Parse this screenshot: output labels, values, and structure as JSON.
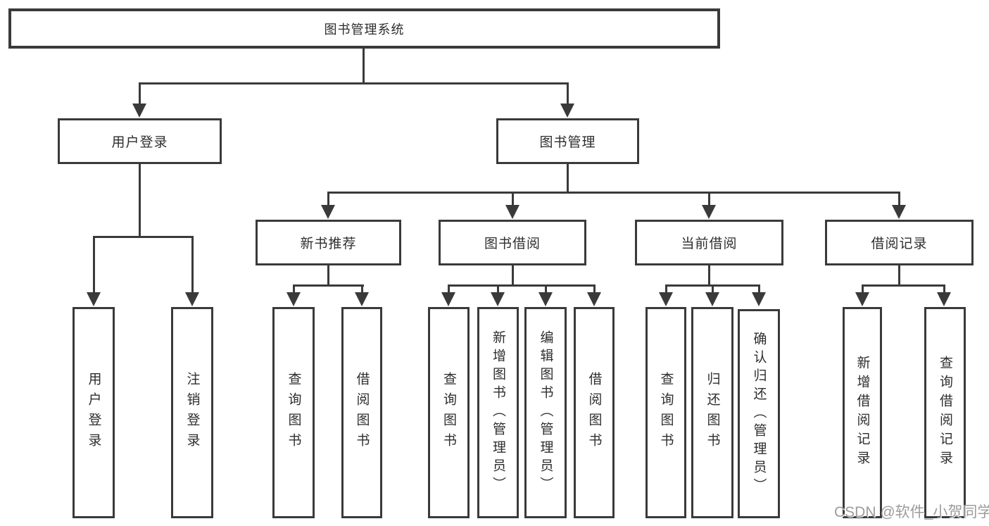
{
  "tree": {
    "root": "图书管理系统",
    "level1": [
      "用户登录",
      "图书管理"
    ],
    "level2": [
      "新书推荐",
      "图书借阅",
      "当前借阅",
      "借阅记录"
    ],
    "leaves": {
      "user_login": [
        "用户登录",
        "注销登录"
      ],
      "new_book": [
        "查询图书",
        "借阅图书"
      ],
      "book_borrow": [
        "查询图书",
        "新增图书（管理员）",
        "编辑图书（管理员）",
        "借阅图书"
      ],
      "current_borrow": [
        "查询图书",
        "归还图书",
        "确认归还（管理员）"
      ],
      "borrow_records": [
        "新增借阅记录",
        "查询借阅记录"
      ]
    }
  },
  "watermark": "CSDN @软件_小贺同学",
  "colors": {
    "line": "#3a3a3a",
    "text": "#2e2e2e",
    "background": "#ffffff",
    "watermark": "#949494"
  }
}
